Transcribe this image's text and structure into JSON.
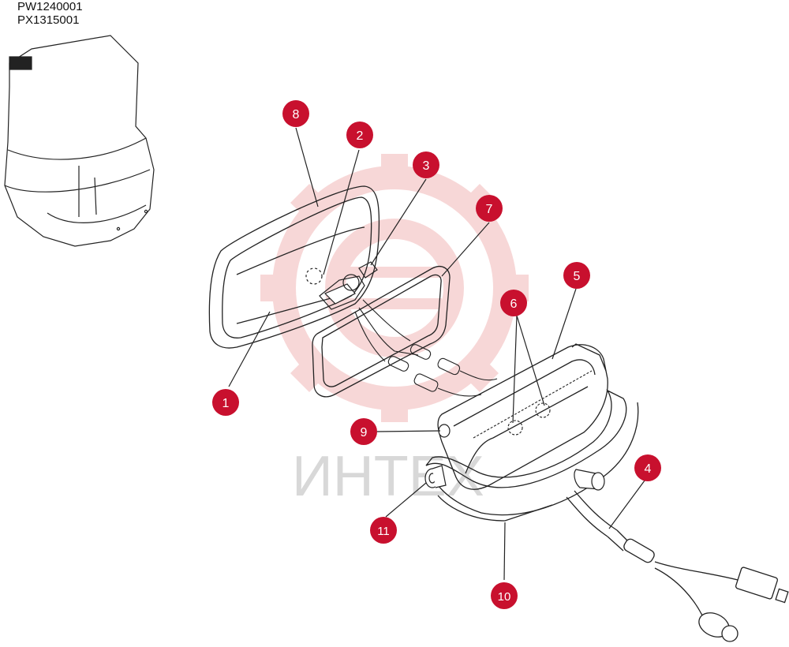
{
  "header": {
    "codes": [
      "PW1240001",
      "PX1315001"
    ]
  },
  "watermark": {
    "text": "ИНТЕХ",
    "logo": "gear-logo",
    "color": "#f2b8b8"
  },
  "callouts": {
    "color": "#c8102e",
    "labels": [
      "1",
      "2",
      "3",
      "4",
      "5",
      "6",
      "7",
      "8",
      "9",
      "10",
      "11"
    ]
  },
  "icons": [
    "gear-logo"
  ]
}
